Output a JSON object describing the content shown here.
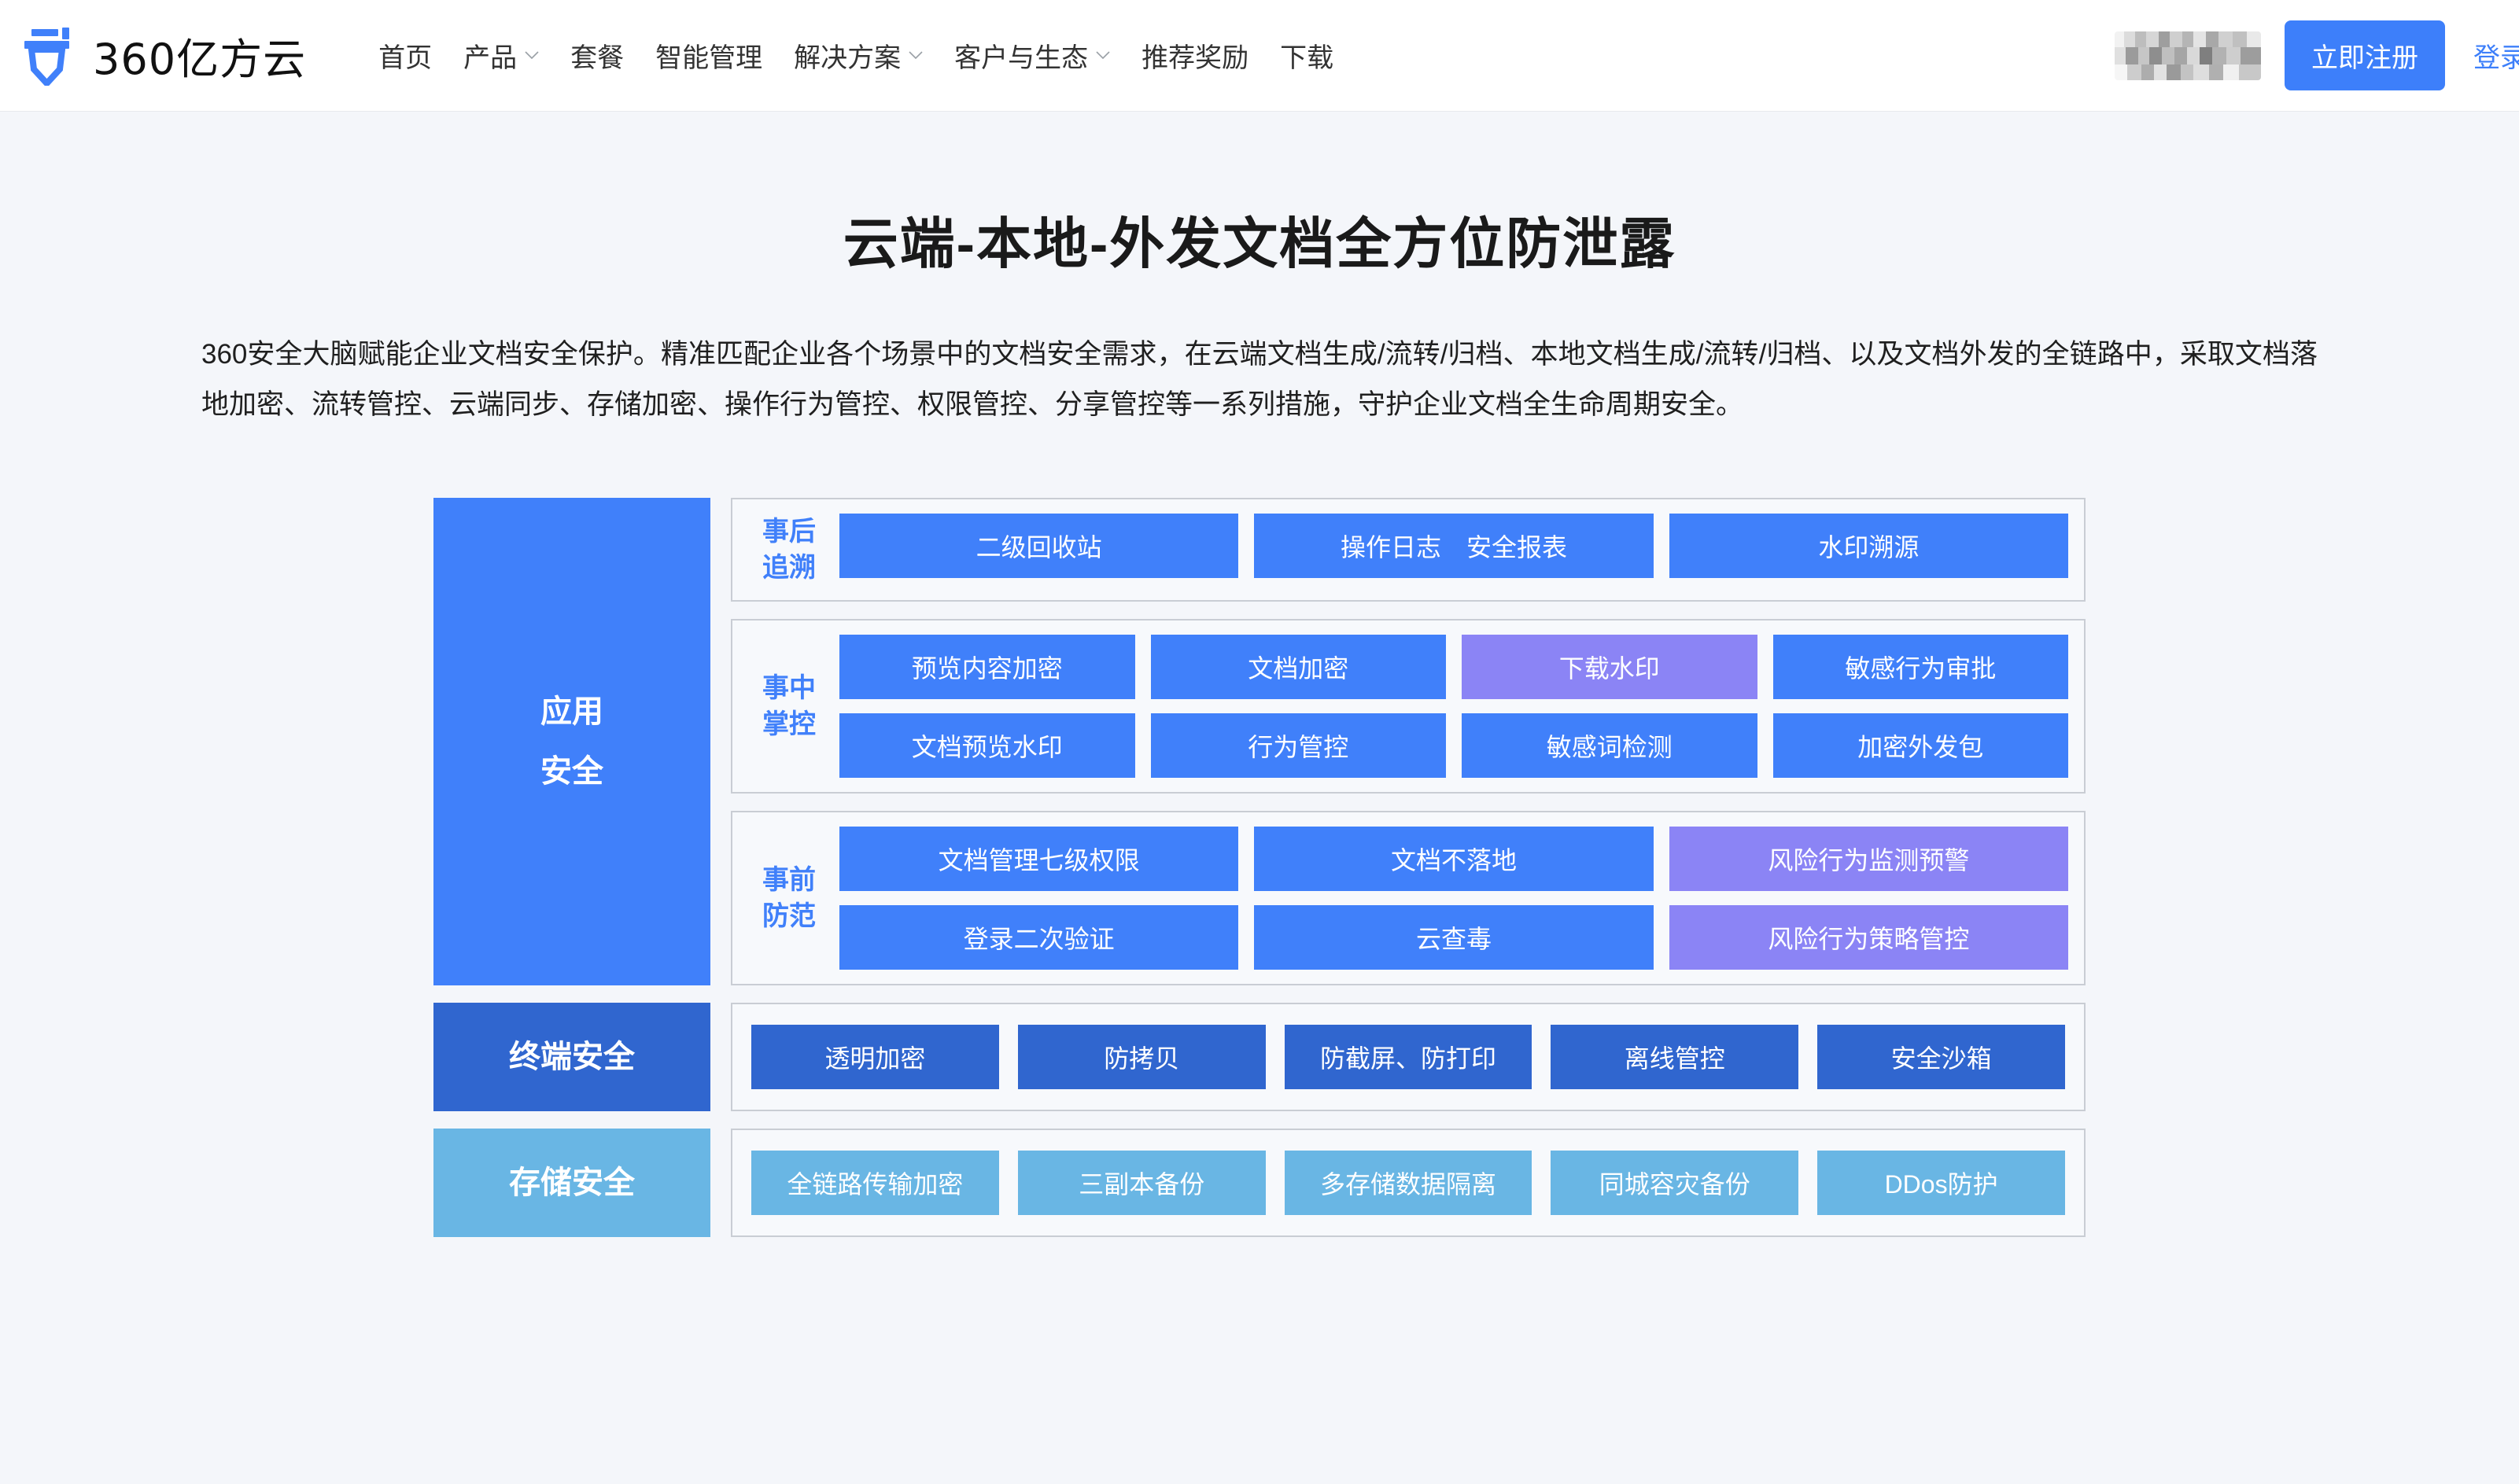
{
  "header": {
    "logo_text": "360亿方云",
    "logo_icon": "pen-nib-logo-icon",
    "nav": [
      {
        "label": "首页",
        "has_chevron": false
      },
      {
        "label": "产品",
        "has_chevron": true
      },
      {
        "label": "套餐",
        "has_chevron": false
      },
      {
        "label": "智能管理",
        "has_chevron": false
      },
      {
        "label": "解决方案",
        "has_chevron": true
      },
      {
        "label": "客户与生态",
        "has_chevron": true
      },
      {
        "label": "推荐奖励",
        "has_chevron": false
      },
      {
        "label": "下载",
        "has_chevron": false
      }
    ],
    "register_label": "立即注册",
    "login_label": "登录",
    "accent_color": "#3d7ffa"
  },
  "hero": {
    "title": "云端-本地-外发文档全方位防泄露",
    "description": "360安全大脑赋能企业文档安全保护。精准匹配企业各个场景中的文档安全需求，在云端文档生成/流转/归档、本地文档生成/流转/归档、以及文档外发的全链路中，采取文档落地加密、流转管控、云端同步、存储加密、操作行为管控、权限管控、分享管控等一系列措施，守护企业文档全生命周期安全。"
  },
  "diagram": {
    "colors": {
      "app_blue": "#4080fa",
      "purple": "#8b84f5",
      "terminal_blue": "#3066cf",
      "storage_blue": "#69b6e4",
      "panel_border": "#c9cdd4",
      "panel_bg": "#f7f9fc"
    },
    "rows": [
      {
        "category": "应用\n安全",
        "category_line1": "应用",
        "category_line2": "安全",
        "panels": [
          {
            "label_line1": "事后",
            "label_line2": "追溯",
            "lines": [
              [
                {
                  "text": "二级回收站",
                  "tone": "blue"
                },
                {
                  "text": "操作日志　安全报表",
                  "tone": "blue"
                },
                {
                  "text": "水印溯源",
                  "tone": "blue"
                }
              ]
            ]
          },
          {
            "label_line1": "事中",
            "label_line2": "掌控",
            "lines": [
              [
                {
                  "text": "预览内容加密",
                  "tone": "blue"
                },
                {
                  "text": "文档加密",
                  "tone": "blue"
                },
                {
                  "text": "下载水印",
                  "tone": "purple"
                },
                {
                  "text": "敏感行为审批",
                  "tone": "blue"
                }
              ],
              [
                {
                  "text": "文档预览水印",
                  "tone": "blue"
                },
                {
                  "text": "行为管控",
                  "tone": "blue"
                },
                {
                  "text": "敏感词检测",
                  "tone": "blue"
                },
                {
                  "text": "加密外发包",
                  "tone": "blue"
                }
              ]
            ]
          },
          {
            "label_line1": "事前",
            "label_line2": "防范",
            "lines": [
              [
                {
                  "text": "文档管理七级权限",
                  "tone": "blue"
                },
                {
                  "text": "文档不落地",
                  "tone": "blue"
                },
                {
                  "text": "风险行为监测预警",
                  "tone": "purple"
                }
              ],
              [
                {
                  "text": "登录二次验证",
                  "tone": "blue"
                },
                {
                  "text": "云查毒",
                  "tone": "blue"
                },
                {
                  "text": "风险行为策略管控",
                  "tone": "purple"
                }
              ]
            ]
          }
        ]
      },
      {
        "category_line1": "终端安全",
        "category_line2": "",
        "cells": [
          {
            "text": "透明加密",
            "tone": "deep"
          },
          {
            "text": "防拷贝",
            "tone": "deep"
          },
          {
            "text": "防截屏、防打印",
            "tone": "deep"
          },
          {
            "text": "离线管控",
            "tone": "deep"
          },
          {
            "text": "安全沙箱",
            "tone": "deep"
          }
        ]
      },
      {
        "category_line1": "存储安全",
        "category_line2": "",
        "cells": [
          {
            "text": "全链路传输加密",
            "tone": "light"
          },
          {
            "text": "三副本备份",
            "tone": "light"
          },
          {
            "text": "多存储数据隔离",
            "tone": "light"
          },
          {
            "text": "同城容灾备份",
            "tone": "light"
          },
          {
            "text": "DDos防护",
            "tone": "light"
          }
        ]
      }
    ]
  }
}
